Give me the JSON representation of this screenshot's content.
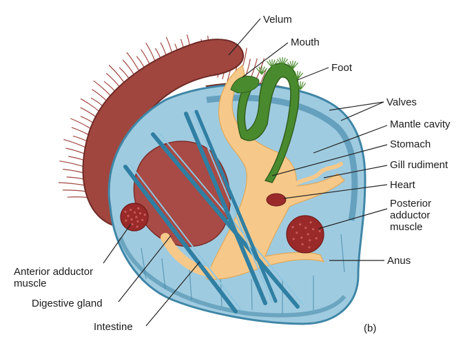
{
  "labels": {
    "velum": "Velum",
    "mouth": "Mouth",
    "foot": "Foot",
    "valves": "Valves",
    "mantle_cavity": "Mantle cavity",
    "stomach": "Stomach",
    "gill_rudiment": "Gill rudiment",
    "heart": "Heart",
    "posterior_adductor_muscle": "Posterior\nadductor\nmuscle",
    "anus": "Anus",
    "anterior_adductor_muscle": "Anterior adductor\nmuscle",
    "digestive_gland": "Digestive gland",
    "intestine": "Intestine",
    "panel": "(b)"
  },
  "colors": {
    "shell_light": "#9fcbe0",
    "shell_dark": "#3f86a6",
    "velum": "#a0463f",
    "foot": "#4a8a2e",
    "gut": "#f6c98a",
    "muscle": "#9a2a2a",
    "gland": "#a84a45"
  }
}
